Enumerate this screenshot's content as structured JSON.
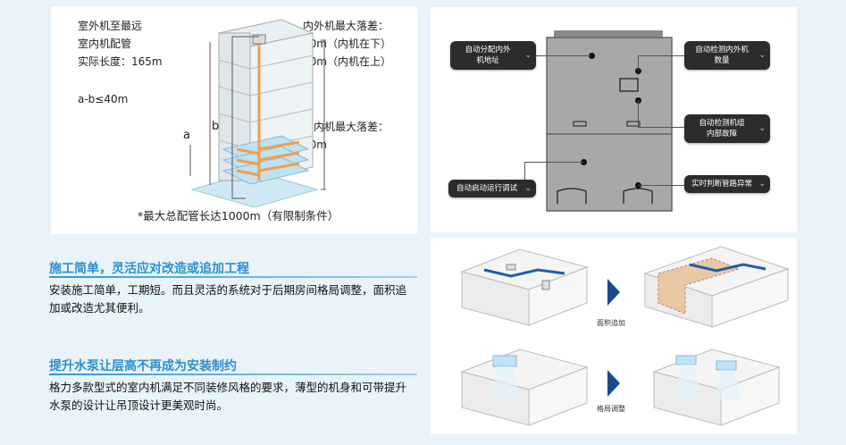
{
  "building_panel": {
    "left_text": [
      "室外机至最远",
      "室内机配管",
      "实际长度：165m"
    ],
    "ab_text": "a-b≤40m",
    "right_text_1": [
      "内外机最大落差：",
      "50m（内机在下）",
      "90m（内机在上）"
    ],
    "right_text_2": [
      "室内机最大落差：",
      "30m"
    ],
    "label_a": "a",
    "label_b": "b",
    "footnote": "*最大总配管长达1000m（有限制条件）"
  },
  "section1": {
    "heading": "施工简单，灵活应对改造或追加工程",
    "body": "安装施工简单，工期短。而且灵活的系统对于后期房间格局调整，面积追加或改造尤其便利。"
  },
  "section2": {
    "heading": "提升水泵让层高不再成为安装制约",
    "body": "格力多款型式的室内机满足不同装修风格的要求，薄型的机身和可带提升水泵的设计让吊顶设计更美观时尚。"
  },
  "outdoor_unit": {
    "tags": {
      "auto_address": "自动分配内外\n机地址",
      "auto_count": "自动检测内外机\n数量",
      "auto_fault": "自动检测机组\n内部故障",
      "auto_run": "自动启动运行调试",
      "pipe_abnormal": "实时判断管路异常"
    }
  },
  "rooms_panel": {
    "caption_area_add": "面积追加",
    "caption_layout": "格局调整"
  },
  "colors": {
    "accent_blue": "#2a8fd0",
    "pipe_orange": "#f0a04b",
    "tag_dark": "#2c2c2c",
    "arrow_navy": "#1c4a8a"
  }
}
